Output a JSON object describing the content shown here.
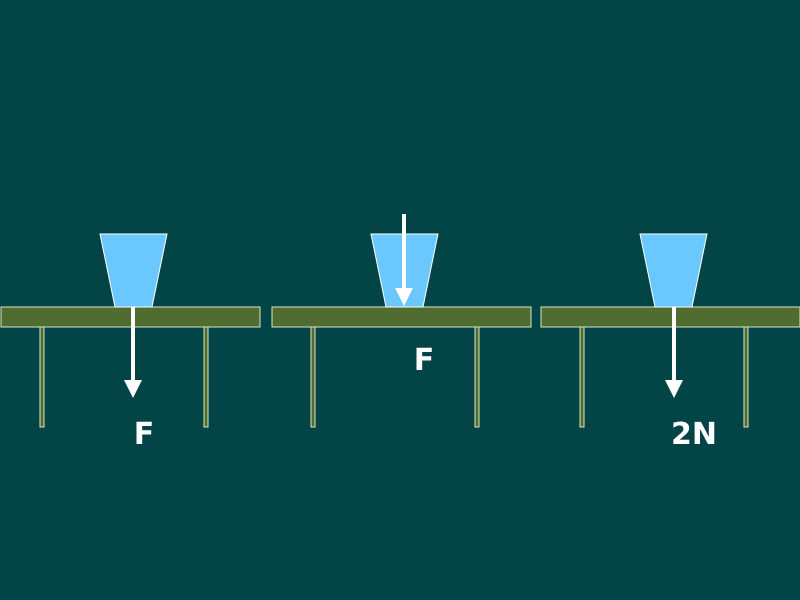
{
  "colors": {
    "background": "#034546",
    "table_top": "#516c31",
    "table_outline": "#d9e6c0",
    "cup_fill": "#6ac8fe",
    "cup_outline": "#ffffff",
    "arrow": "#ffffff"
  },
  "panels": [
    {
      "arrow_direction": "down-from-cup-bottom",
      "force_label": "F"
    },
    {
      "arrow_direction": "down-into-cup",
      "force_label": "F"
    },
    {
      "arrow_direction": "down-from-cup-bottom",
      "force_label": "2N"
    }
  ]
}
